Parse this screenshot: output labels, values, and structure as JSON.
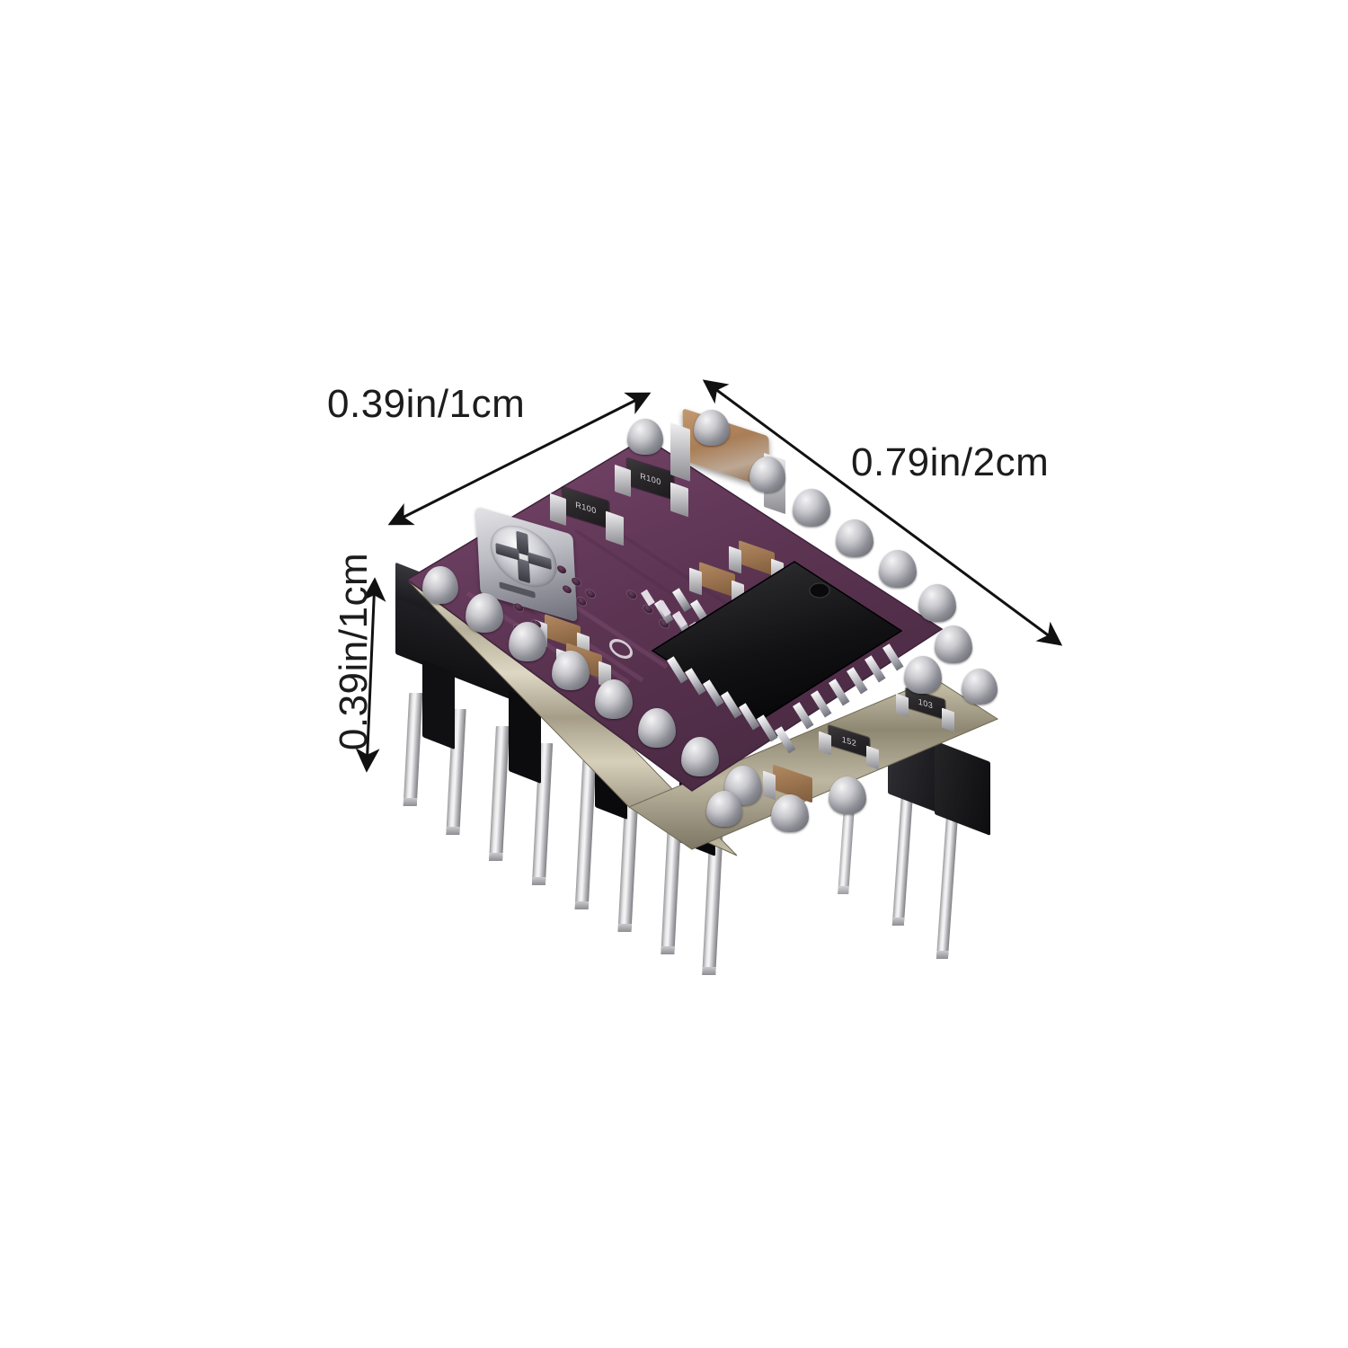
{
  "page": {
    "background_color": "#ffffff",
    "subject": "A4988 stepper motor driver module (purple PCB) with black header pin strips, shown at an angle with dimension callouts"
  },
  "dimensions": {
    "top": {
      "label": "0.39in/1cm",
      "orientation": "diagonal-up-right",
      "describes": "board width"
    },
    "right": {
      "label": "0.79in/2cm",
      "orientation": "diagonal-down-right",
      "describes": "board depth"
    },
    "left": {
      "label": "0.39in/1cm",
      "orientation": "vertical",
      "describes": "assembly height"
    },
    "text_color": "#1c1c1c",
    "arrow_color": "#111111"
  },
  "board": {
    "pcb_color": "#5d3654",
    "pcb_color_light": "#7a4068",
    "edge_color": "#cfc9b4",
    "ic": {
      "name": "driver-ic",
      "body_color": "#141416",
      "pin_count_per_side": 14,
      "has_pin1_dot": true
    },
    "potentiometer": {
      "name": "current-trim-potentiometer",
      "body_color": "#bdbdc4"
    },
    "components": [
      {
        "type": "resistor",
        "label": "R100"
      },
      {
        "type": "resistor",
        "label": "R100"
      },
      {
        "type": "resistor",
        "label": "152"
      },
      {
        "type": "resistor",
        "label": "103"
      },
      {
        "type": "capacitor",
        "label": "",
        "color": "#9d7550"
      },
      {
        "type": "capacitor",
        "label": "",
        "color": "#9d7550"
      },
      {
        "type": "capacitor",
        "label": "",
        "color": "#9d7550"
      },
      {
        "type": "capacitor",
        "label": "",
        "color": "#9d7550"
      },
      {
        "type": "capacitor",
        "label": "",
        "color": "#9d7550"
      },
      {
        "type": "capacitor",
        "label": "",
        "color": "#9d7550"
      }
    ],
    "headers": {
      "name": "pin-header",
      "plastic_color": "#141416",
      "pin_color": "#dcdce0",
      "front_row_pins": 8,
      "right_row_pins": 3
    }
  }
}
